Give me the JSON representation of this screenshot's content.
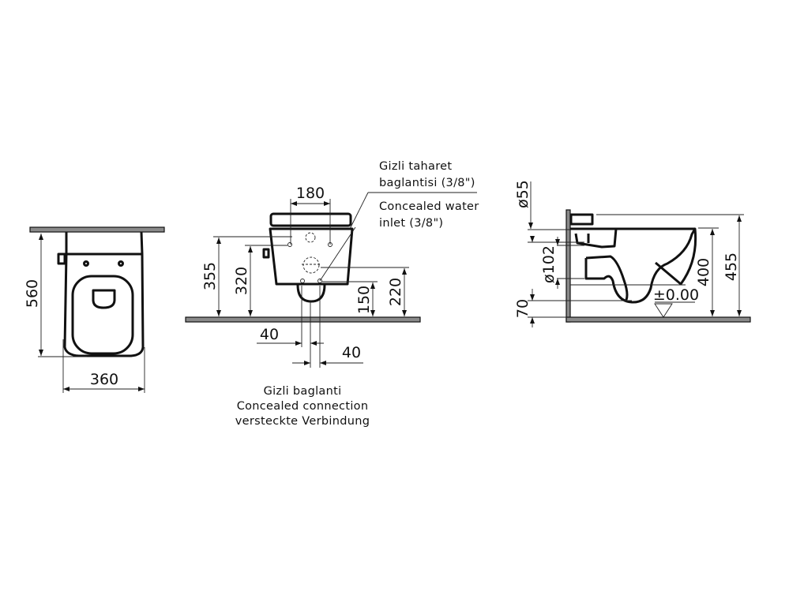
{
  "top_view": {
    "depth": "560",
    "width": "360"
  },
  "front_view": {
    "fixing_spacing": "180",
    "height_upper": "355",
    "height_lower": "320",
    "inlet_height": "150",
    "connection_height": "220",
    "offset_left": "40",
    "offset_right": "40",
    "water_inlet_label": [
      "Gizli taharet",
      "baglantisi (3/8\")",
      "Concealed water",
      "inlet (3/8\")"
    ],
    "connection_label": [
      "Gizli baglanti",
      "Concealed connection",
      "versteckte Verbindung"
    ]
  },
  "side_view": {
    "inlet_diameter": "ø55",
    "outlet_diameter": "ø102",
    "outlet_height": "70",
    "rim_height": "400",
    "total_height": "455",
    "floor_level": "±0.00"
  }
}
